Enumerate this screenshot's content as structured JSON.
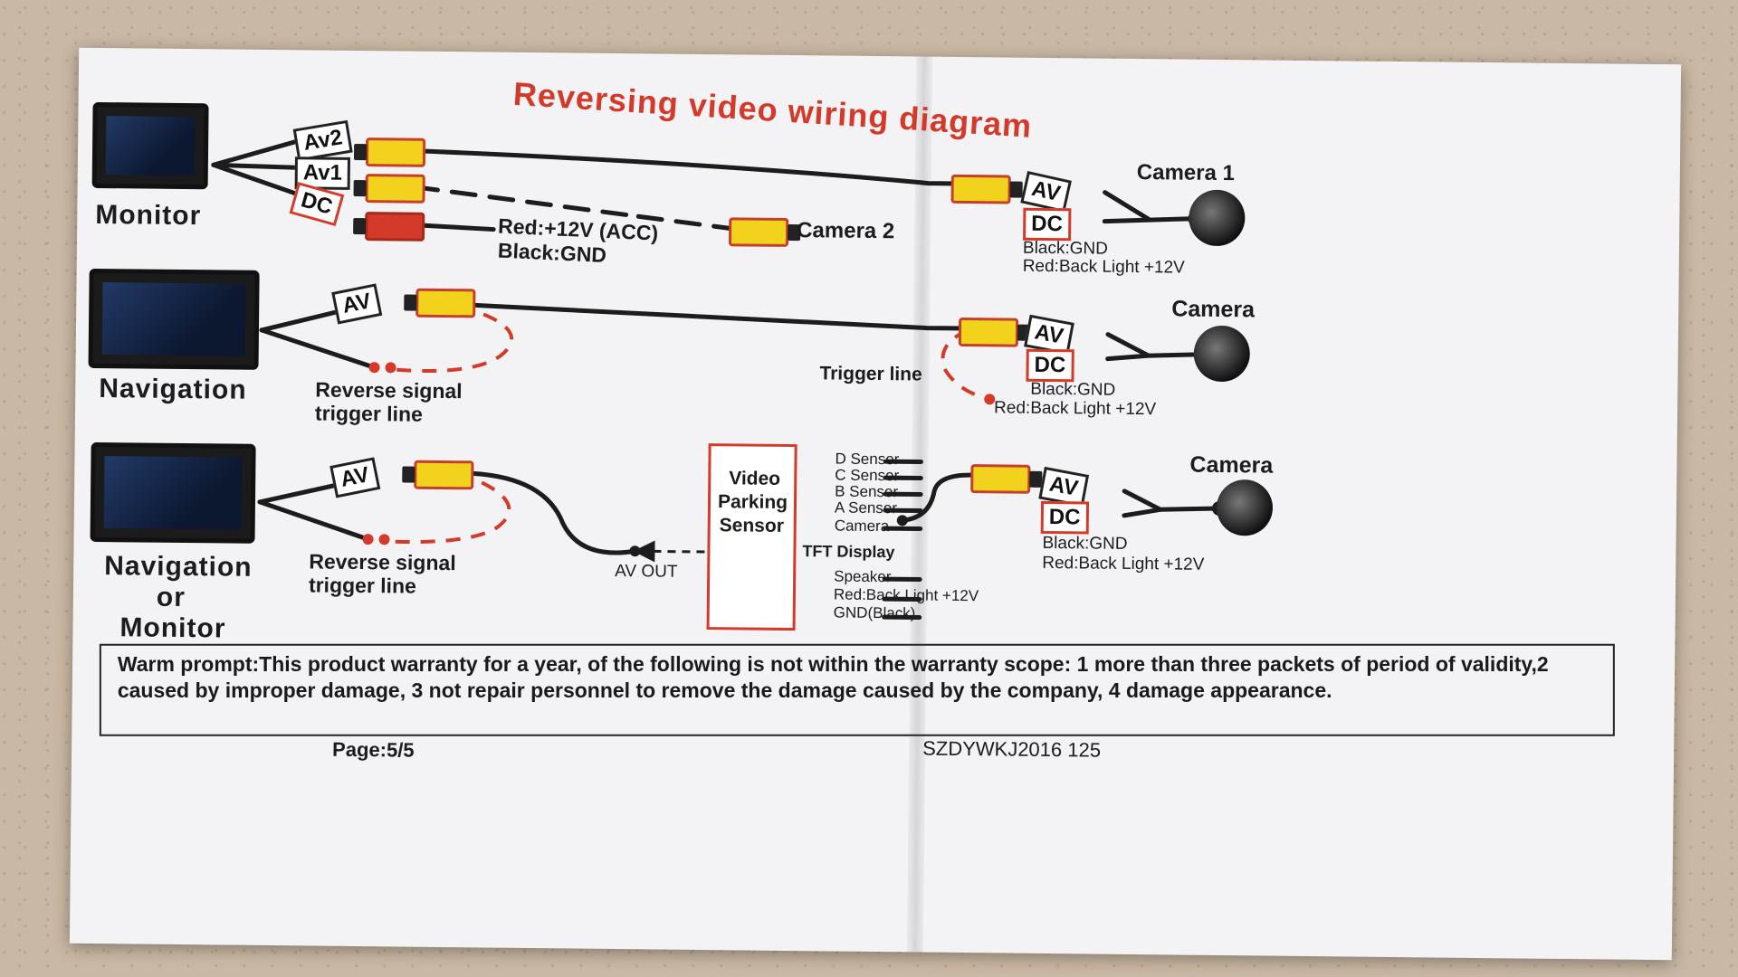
{
  "title": "Reversing video wiring diagram",
  "devices": {
    "monitor": "Monitor",
    "navigation": "Navigation",
    "nav_or_monitor": [
      "Navigation",
      "or",
      "Monitor"
    ]
  },
  "tags": {
    "av2": "Av2",
    "av1": "Av1",
    "dc": "DC",
    "av": "AV"
  },
  "cameras": {
    "camera1": "Camera 1",
    "camera2": "Camera 2",
    "camera": "Camera"
  },
  "wiring": {
    "red_acc": "Red:+12V (ACC)",
    "black_gnd": "Black:GND",
    "red_back_light": "Red:Back Light +12V",
    "reverse_signal": "Reverse signal",
    "trigger_line": "trigger line",
    "trigger_line_cap": "Trigger line",
    "av_out": "AV OUT"
  },
  "parking_sensor": {
    "title": [
      "Video",
      "Parking",
      "Sensor"
    ],
    "outputs": [
      "D Sensor",
      "C Sensor",
      "B Sensor",
      "A Sensor",
      "Camera",
      "TFT Display",
      "Speaker",
      "Red:Back Light +12V",
      "GND(Black)"
    ]
  },
  "warning": "Warm prompt:This product warranty for a year, of the following is not within the warranty scope: 1 more than three packets of period of validity,2 caused by improper damage, 3 not repair personnel to remove the damage caused by the company, 4 damage appearance.",
  "footer": {
    "page": "Page:5/5",
    "code": "SZDYWKJ2016 125"
  },
  "colors": {
    "accent_red": "#d33a2a",
    "plug_yellow": "#f2d21c",
    "wire": "#1c1c1c"
  }
}
